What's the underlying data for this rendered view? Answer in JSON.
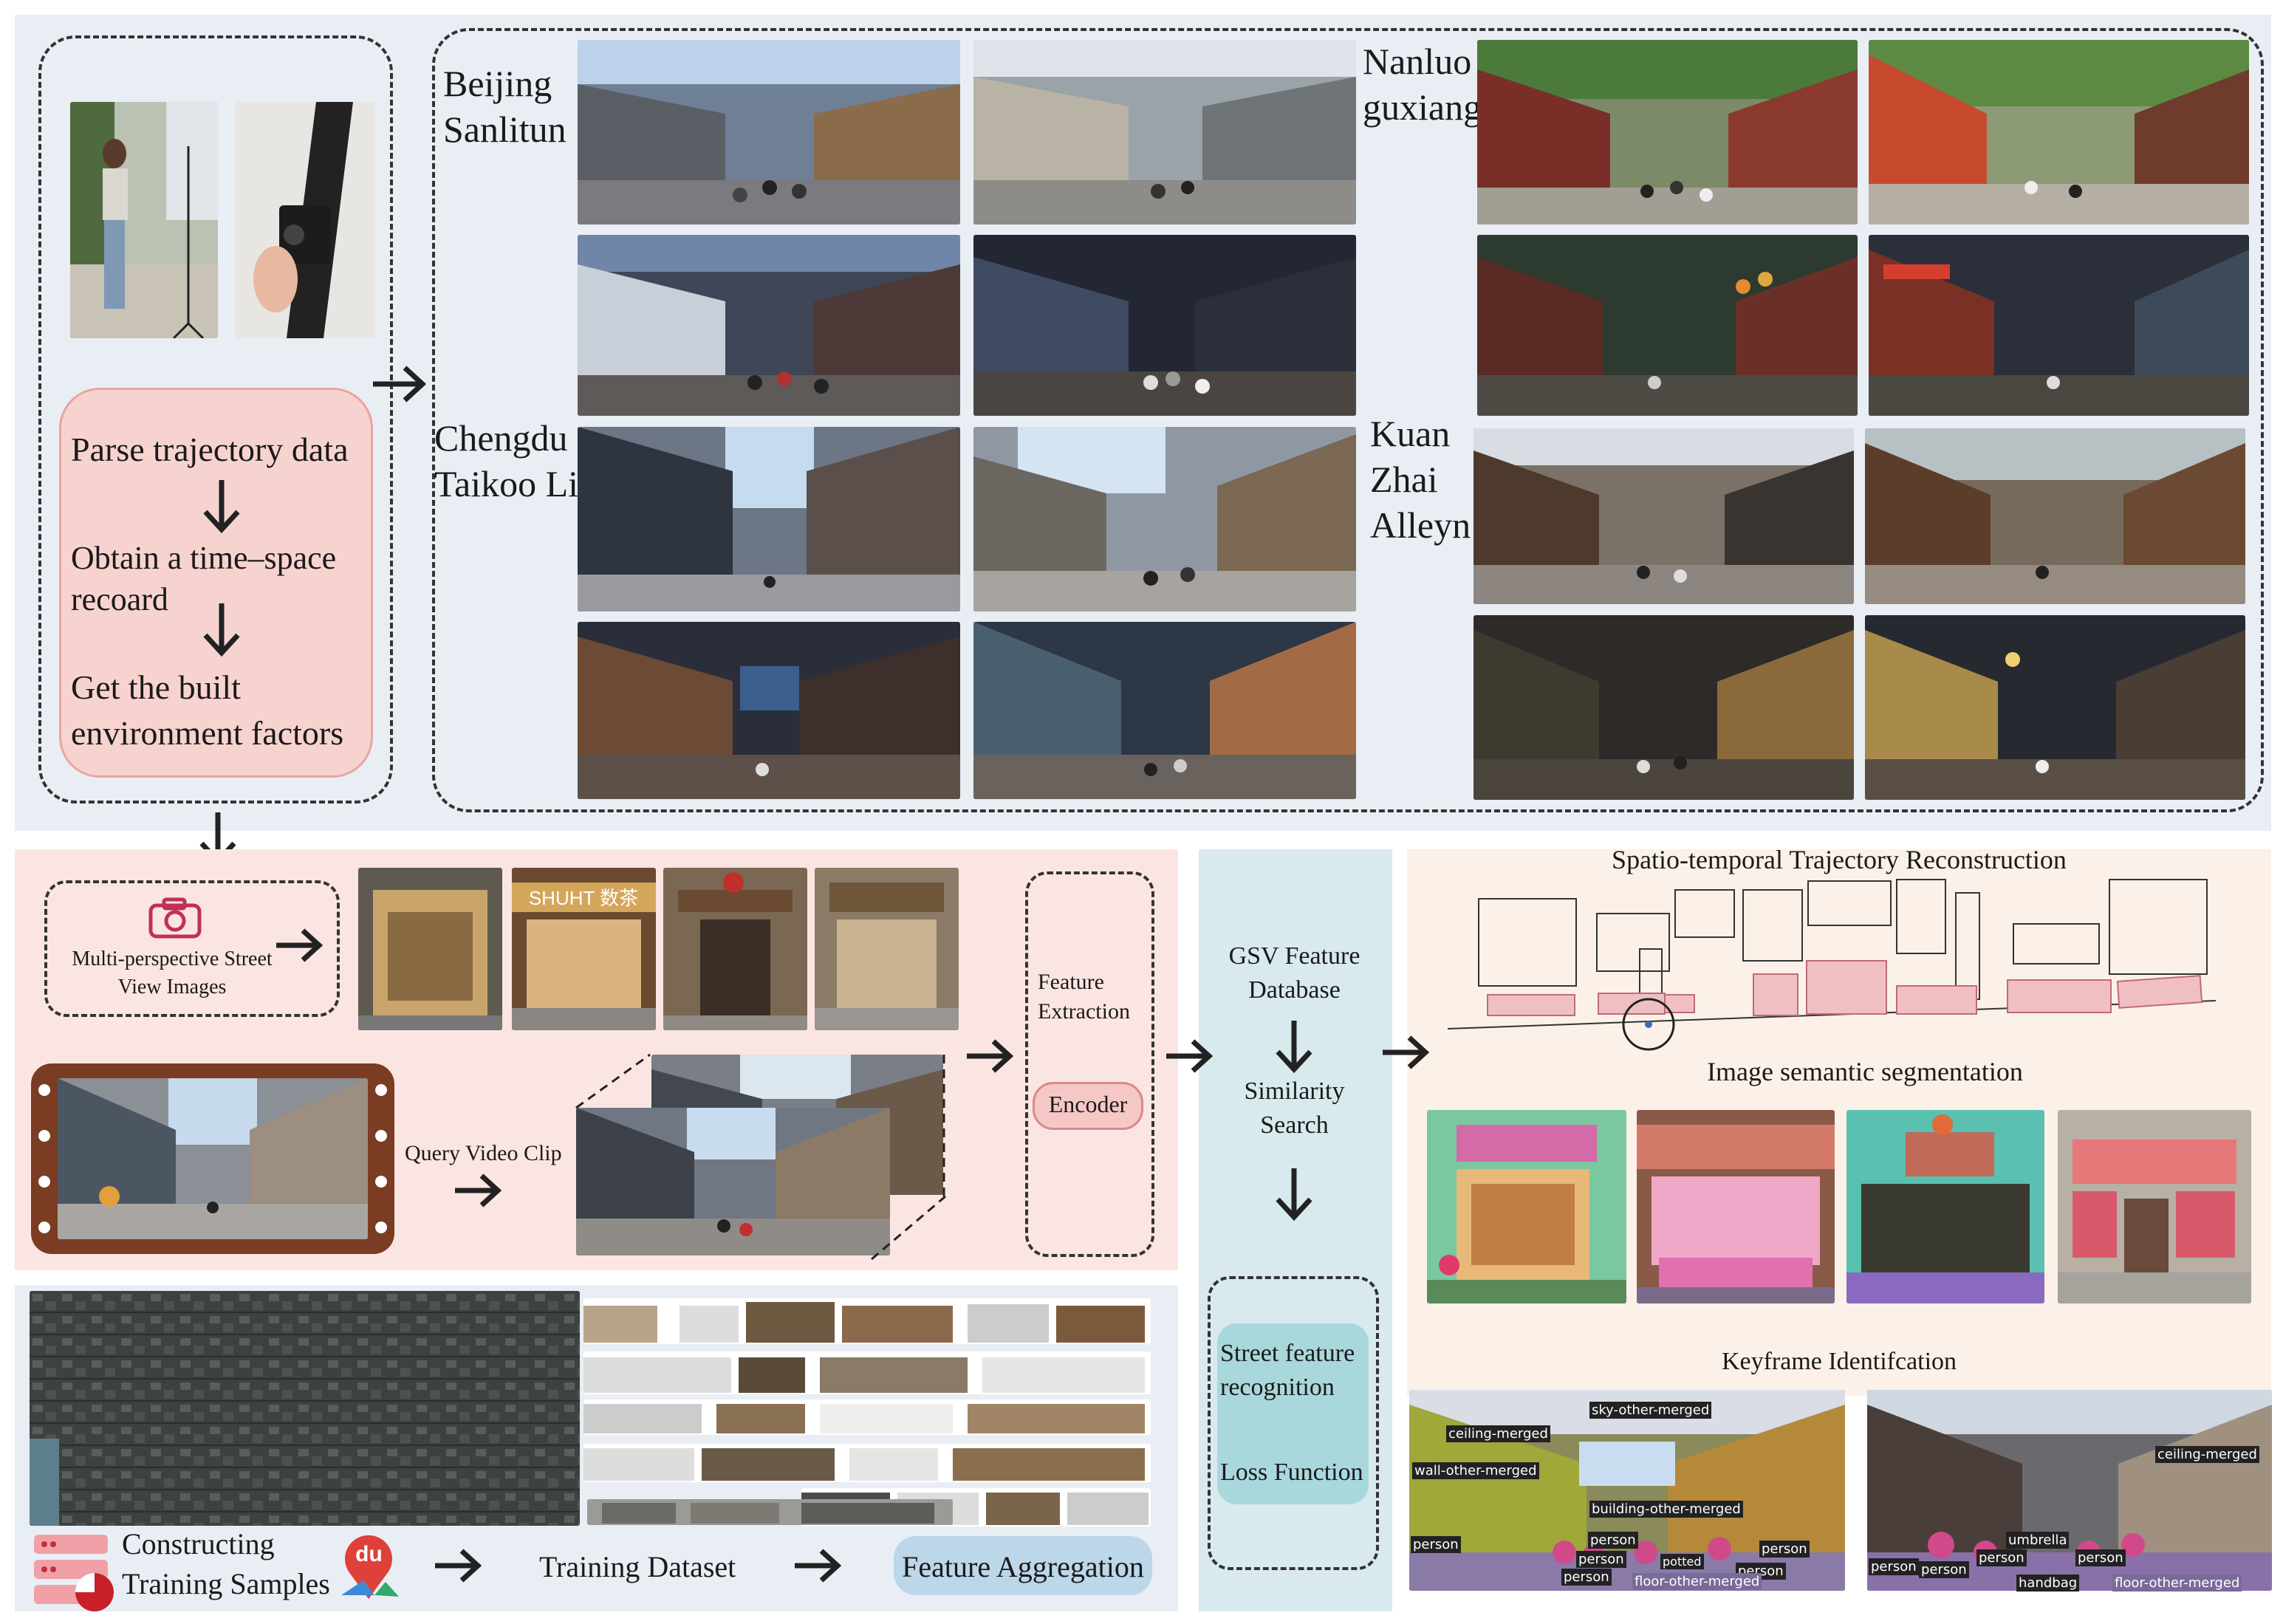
{
  "top": {
    "flow": {
      "step1": "Parse trajectory data",
      "step2": "Obtain a time–space recoard",
      "step3": "Get the built environment factors"
    },
    "cities": {
      "beijing": "Beijing Sanlitun",
      "nanluo": "Nanluo guxiang",
      "chengdu": "Chengdu Taikoo Li",
      "kuanzhai": "Kuan Zhai Alleyn"
    }
  },
  "middle": {
    "multi_view_label": "Multi-perspective Street View Images",
    "query_label": "Query Video Clip",
    "feature_extraction": "Feature Extraction",
    "encoder": "Encoder",
    "storefront_signs": [
      "SHUHT 数茶"
    ]
  },
  "bottom": {
    "constructing": "Constructing Training Samples",
    "app_badge": "du",
    "training_dataset": "Training Dataset",
    "feature_aggregation": "Feature Aggregation"
  },
  "center": {
    "gsv": "GSV Feature Database",
    "similarity": "Similarity Search",
    "street_feature": "Street feature recognition",
    "loss": "Loss Function"
  },
  "right": {
    "traj_title": "Spatio-temporal Trajectory Reconstruction",
    "seg_title": "Image semantic segmentation",
    "keyframe_title": "Keyframe Identifcation",
    "seg_labels_left": [
      "sky-other-merged",
      "ceiling-merged",
      "wall-other-merged",
      "building-other-merged",
      "person",
      "person",
      "person",
      "person",
      "person",
      "person",
      "floor-other-merged",
      "potted"
    ],
    "seg_labels_right": [
      "ceiling-merged",
      "umbrella",
      "person",
      "person",
      "person",
      "person",
      "handbag",
      "floor-other-merged"
    ]
  },
  "colors": {
    "panel_blue": "#e9eef5",
    "panel_pink": "#fbe5e3",
    "panel_teal": "#d8eaed",
    "panel_cream": "#fbf1e8",
    "flow_box": "#f7d3d0",
    "encoder_box": "#f5c8c6",
    "street_box": "#a9d8dc",
    "aggregation_box": "#bcd6ea",
    "building_pink": "#f0bfc4"
  }
}
